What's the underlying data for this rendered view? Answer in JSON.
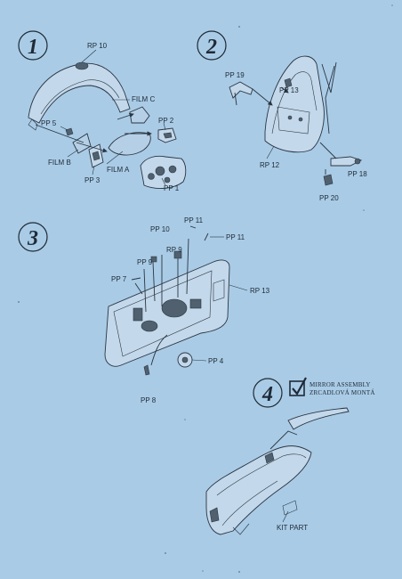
{
  "steps": {
    "s1": {
      "number": "1",
      "labels": {
        "rp10": "RP 10",
        "film_c": "FILM C",
        "pp5": "PP 5",
        "pp2": "PP 2",
        "film_b": "FILM B",
        "film_a": "FILM A",
        "pp3": "PP 3",
        "pp1": "PP 1"
      }
    },
    "s2": {
      "number": "2",
      "labels": {
        "pp19": "PP 19",
        "pp13": "PP 13",
        "rp12": "RP 12",
        "pp18": "PP 18",
        "pp20": "PP 20"
      }
    },
    "s3": {
      "number": "3",
      "labels": {
        "pp11a": "PP 11",
        "pp11b": "PP 11",
        "pp10": "PP 10",
        "rp9": "RP 9",
        "pp9": "PP 9",
        "pp7": "PP 7",
        "rp13": "RP 13",
        "pp4": "PP 4",
        "pp8": "PP 8"
      }
    },
    "s4": {
      "number": "4",
      "note_line1": "MIRROR  ASSEMBLY",
      "note_line2": "ZRCADLOVÁ MONTÁ",
      "labels": {
        "kit_part": "KIT PART"
      }
    }
  },
  "colors": {
    "paper": "#a9cbe6",
    "ink": "#1e2a36"
  }
}
